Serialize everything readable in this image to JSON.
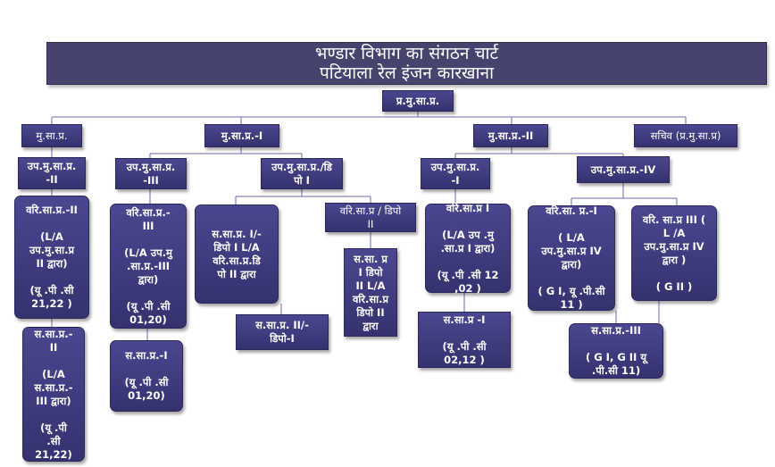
{
  "title": {
    "line1": "भण्डार विभाग का संगठन चार्ट",
    "line2": "पटियाला रेल इंजन कारखाना"
  },
  "nodes": {
    "root": "प्र.मु.सा.प्र.",
    "msp_left": "मु.सा.प्र.",
    "msp_1": "मु.सा.प्र.-I",
    "msp_2": "मु.सा.प्र.-II",
    "secretary": "सचिव (प्र.मु.सा.प्र)",
    "upmsp_2": "उप.मु.सा.प्र.\n-II",
    "upmsp_3": "उप.मु.सा.प्र.\n-III",
    "upmsp_depot": "उप.मु.सा.प्र./डि\nपो I",
    "upmsp_1": "उप.मु.सा.प्र.\n-I",
    "upmsp_4": "उप.मु.सा.प्र.-IV",
    "vsp_2": "वरि.सा.प्र.-II\n\n(L/A\nउप.मु.सा.प्र\nII द्वारा)\n\n(यू .पी .सी\n21,22 )",
    "ssp_2": "स.सा.प्र.-\nII\n\n(L/A\nस.सा.प्र.-\nIII द्वारा)\n\n(यू .पी\n.सी\n21,22)",
    "vsp_3": "वरि.सा.प्र.-\nIII\n\n(L/A उप.मु\n.सा.प्र.-III\nद्वारा)\n\n(यू .पी .सी\n01,20)",
    "ssp_1_left": "स.सा.प्र.-I\n\n(यू .पी .सी\n01,20)",
    "ssp_depot1": "स.सा.प्र. I/-\nडिपो I L/A\nवरि.सा.प्र.डि\nपो II द्वारा",
    "ssp_depot2": "स.सा.प्र. II/-\nडिपो-I",
    "vsp_depot2": "वरि.सा.प्र / डिपो\nII",
    "ssp_depot_small": "स.सा. प्र\nI डिपो\nII L/A\nवरि.सा.प्र\nडिपो II\nद्वारा",
    "vsp_1_mid": "वरि.सा.प्र I\n\n(L/A उप .मु\n.सा.प्र I द्वारा)\n\n(यू .पी .सी 12\n,02 )",
    "ssp_1_mid": "स.सा.प्र -I\n\n(यू .पी .सी\n02,12 )",
    "vsp_1_right": "वरि.सा. प्र.-I\n\n( L/A\nउप.मु.सा.प्र IV\nद्वारा)\n\n( G I, यू .पी.सी\n11 )",
    "vsp_3_right": "वरि. सा.प्र III (\nL /A\nउप.मु.सा.प्र IV\nद्वारा )\n\n( G II )",
    "ssp_3_right": "स.सा.प्र.-III\n\n( G I, G II यू\n.पी.सी 11)"
  }
}
